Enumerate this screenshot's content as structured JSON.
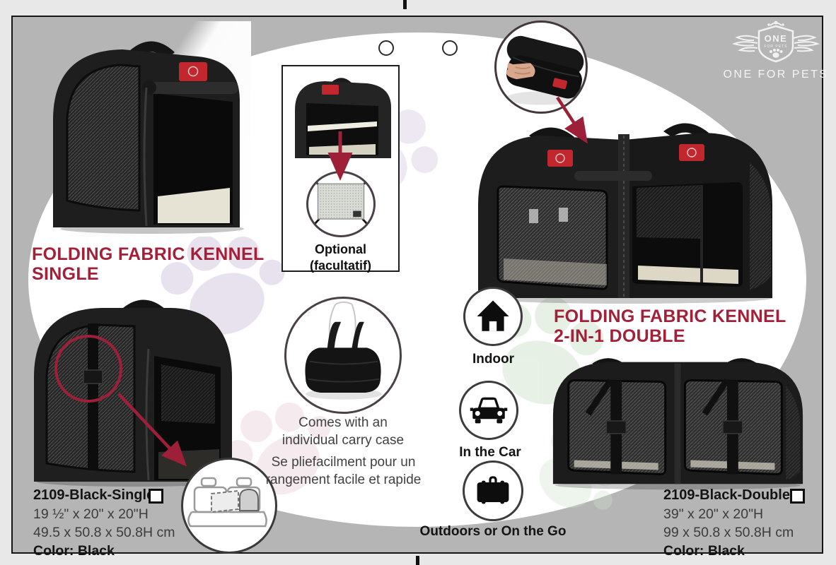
{
  "brand": {
    "name_line": "ONE FOR PETS",
    "shield_word": "ONE",
    "shield_sub": "FOR PETS"
  },
  "titles": {
    "single": {
      "line1": "FOLDING FABRIC KENNEL",
      "line2": "SINGLE"
    },
    "double": {
      "line1": "FOLDING FABRIC KENNEL",
      "line2": "2-IN-1 DOUBLE"
    }
  },
  "optional_callout": {
    "line1": "Optional",
    "line2": "(facultatif)"
  },
  "carry_case_note": {
    "en_line1": "Comes with an",
    "en_line2": "individual carry case",
    "fr_line1": "Se pliefacilment pour un",
    "fr_line2": "rangement facile et rapide"
  },
  "usage": {
    "indoor": "Indoor",
    "car": "In the Car",
    "outdoors": "Outdoors or On the Go"
  },
  "products": {
    "single": {
      "sku": "2109-Black-Single",
      "dimensions_in": "19 ½\" x 20\" x 20\"H",
      "dimensions_cm": "49.5 x 50.8 x 50.8H cm",
      "color": "Color: Black"
    },
    "double": {
      "sku": "2109-Black-Double",
      "dimensions_in": "39\" x 20\" x 20\"H",
      "dimensions_cm": "99 x 50.8 x 50.8H cm",
      "color": "Color: Black"
    }
  },
  "colors": {
    "accent_red": "#a32038",
    "patch_red": "#c1272d",
    "canvas_gray": "#b5b5b5"
  }
}
